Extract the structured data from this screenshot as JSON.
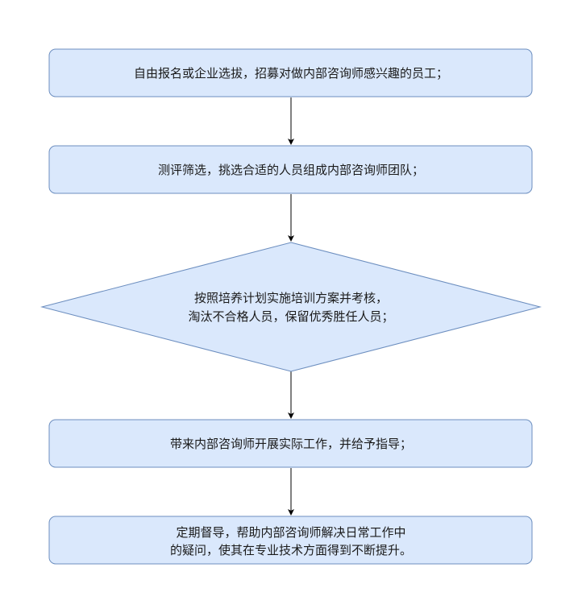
{
  "colors": {
    "node_fill": "#dae8fc",
    "node_stroke": "#6c8ebf",
    "arrow": "#000000",
    "text": "#1a1a1a",
    "background": "#ffffff"
  },
  "steps": [
    {
      "shape": "rectangle",
      "lines": [
        "自由报名或企业选拔，招募对做内部咨询师感兴趣的员工；"
      ]
    },
    {
      "shape": "rectangle",
      "lines": [
        "测评筛选，挑选合适的人员组成内部咨询师团队；"
      ]
    },
    {
      "shape": "diamond",
      "lines": [
        "按照培养计划实施培训方案并考核，",
        "淘汰不合格人员，保留优秀胜任人员；"
      ]
    },
    {
      "shape": "rectangle",
      "lines": [
        "带来内部咨询师开展实际工作，并给予指导；"
      ]
    },
    {
      "shape": "rectangle",
      "lines": [
        "定期督导，帮助内部咨询师解决日常工作中",
        "的疑问，使其在专业技术方面得到不断提升。"
      ]
    }
  ]
}
